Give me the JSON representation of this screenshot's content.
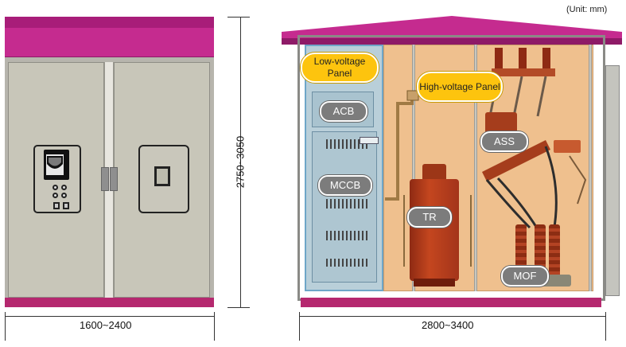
{
  "unit_note": "(Unit: mm)",
  "front_view": {
    "width_dimension": "1600~2400",
    "height_dimension": "2750~3050"
  },
  "cutaway_view": {
    "width_dimension": "2800~3400",
    "panel_labels": {
      "low_voltage": "Low-voltage Panel",
      "high_voltage": "High-voltage Panel"
    },
    "components": {
      "acb": "ACB",
      "mccb": "MCCB",
      "tr": "TR",
      "ass": "ASS",
      "mof": "MOF"
    }
  },
  "colors": {
    "roof": "#c52b8f",
    "low_voltage_zone": "#b9cfd9",
    "high_voltage_zone": "#efc08e",
    "label_yellow": "#fdc40e",
    "component_pill": "#7c7c7c"
  }
}
